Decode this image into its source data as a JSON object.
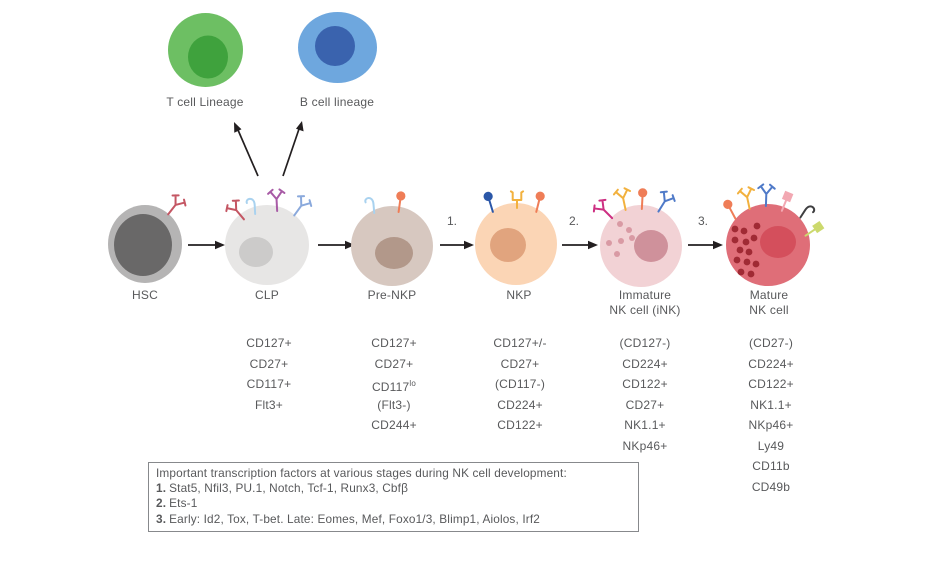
{
  "palette": {
    "text": "#58595b",
    "arrow": "#231f20",
    "t_cell_body": "#6dbf63",
    "t_cell_nucleus": "#3fa23d",
    "b_cell_body": "#6ea7de",
    "b_cell_nucleus": "#3a63ae",
    "hsc_body": "#b5b4b4",
    "hsc_nucleus": "#696868",
    "clp_body": "#e7e6e5",
    "clp_nucleus": "#cccbca",
    "pre_nkp_body": "#d7c8c0",
    "pre_nkp_nucleus": "#b2988a",
    "nkp_body": "#fbd5b5",
    "nkp_nucleus": "#e1a47e",
    "ink_body": "#f2d2d5",
    "ink_nucleus": "#cf919b",
    "ink_granule": "#d99aa4",
    "mature_body": "#df6e78",
    "mature_nucleus": "#d44f5c",
    "mature_granule": "#a02a34",
    "receptor_red": "#c45663",
    "receptor_lightblue": "#a9d2ef",
    "receptor_purple": "#a85ba6",
    "receptor_paleblue": "#8aa9dc",
    "receptor_blue": "#4f7ac8",
    "receptor_orange": "#ef7d57",
    "receptor_yellow": "#f2b13e",
    "receptor_magenta": "#cd2f82",
    "receptor_darkblue": "#2b57a8",
    "receptor_pink": "#f2a8b2",
    "receptor_black": "#3f3f41",
    "receptor_yellowgreen": "#ccd96d"
  },
  "lineages": {
    "t": {
      "label": "T cell Lineage"
    },
    "b": {
      "label": "B cell lineage"
    }
  },
  "steps": [
    "1.",
    "2.",
    "3."
  ],
  "stages": [
    {
      "name": "HSC",
      "name2": "",
      "markers": []
    },
    {
      "name": "CLP",
      "name2": "",
      "markers": [
        "CD127+",
        "CD27+",
        "CD117+",
        "Flt3+"
      ]
    },
    {
      "name": "Pre-NKP",
      "name2": "",
      "markers": [
        "CD127+",
        "CD27+",
        "CD117",
        "(Flt3-)",
        "CD244+"
      ],
      "marker_sup": "lo"
    },
    {
      "name": "NKP",
      "name2": "",
      "markers": [
        "CD127+/-",
        "CD27+",
        "(CD117-)",
        "CD224+",
        "CD122+"
      ]
    },
    {
      "name": "Immature",
      "name2": "NK cell (iNK)",
      "markers": [
        "(CD127-)",
        "CD224+",
        "CD122+",
        "CD27+",
        "NK1.1+",
        "NKp46+"
      ]
    },
    {
      "name": "Mature",
      "name2": "NK cell",
      "markers": [
        "(CD27-)",
        "CD224+",
        "CD122+",
        "NK1.1+",
        "NKp46+",
        "Ly49",
        "CD11b",
        "CD49b"
      ]
    }
  ],
  "factors_box": {
    "title": "Important transcription factors at various stages during NK cell development:",
    "lines": [
      {
        "num": "1.",
        "text": "Stat5, Nfil3, PU.1, Notch, Tcf-1, Runx3, Cbfβ"
      },
      {
        "num": "2.",
        "text": "Ets-1"
      },
      {
        "num": "3.",
        "text": "Early: Id2, Tox, T-bet. Late: Eomes, Mef, Foxo1/3, Blimp1, Aiolos, Irf2"
      }
    ]
  }
}
